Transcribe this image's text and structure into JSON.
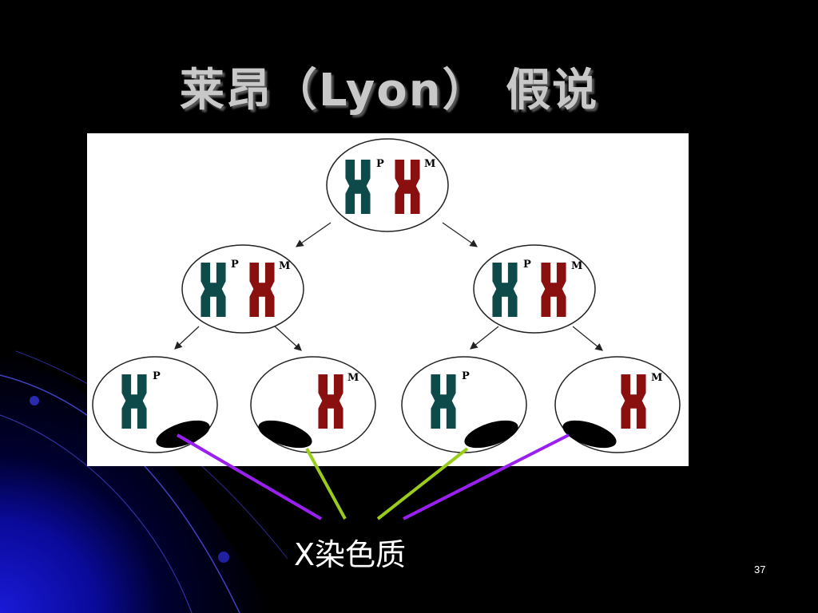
{
  "slide": {
    "title": "莱昂（Lyon） 假说",
    "caption": "X染色质",
    "page_number": "37"
  },
  "diagram": {
    "paternal_label": "P",
    "maternal_label": "M",
    "colors": {
      "paternal": "#0e4a4a",
      "maternal": "#8a1010",
      "barr_body": "#000000",
      "connector_purple": "#9b1ff0",
      "connector_green": "#9acd1a",
      "panel": "#ffffff"
    },
    "cells": [
      {
        "level": "zygote",
        "chromosomes": [
          "P",
          "M"
        ]
      },
      {
        "level": "division-1",
        "chromosomes": [
          "P",
          "M"
        ]
      },
      {
        "level": "division-1",
        "chromosomes": [
          "P",
          "M"
        ]
      },
      {
        "level": "division-2",
        "chromosomes": [
          "P"
        ],
        "barr_body": true
      },
      {
        "level": "division-2",
        "chromosomes": [
          "M"
        ],
        "barr_body": true
      },
      {
        "level": "division-2",
        "chromosomes": [
          "P"
        ],
        "barr_body": true
      },
      {
        "level": "division-2",
        "chromosomes": [
          "M"
        ],
        "barr_body": true
      }
    ]
  }
}
